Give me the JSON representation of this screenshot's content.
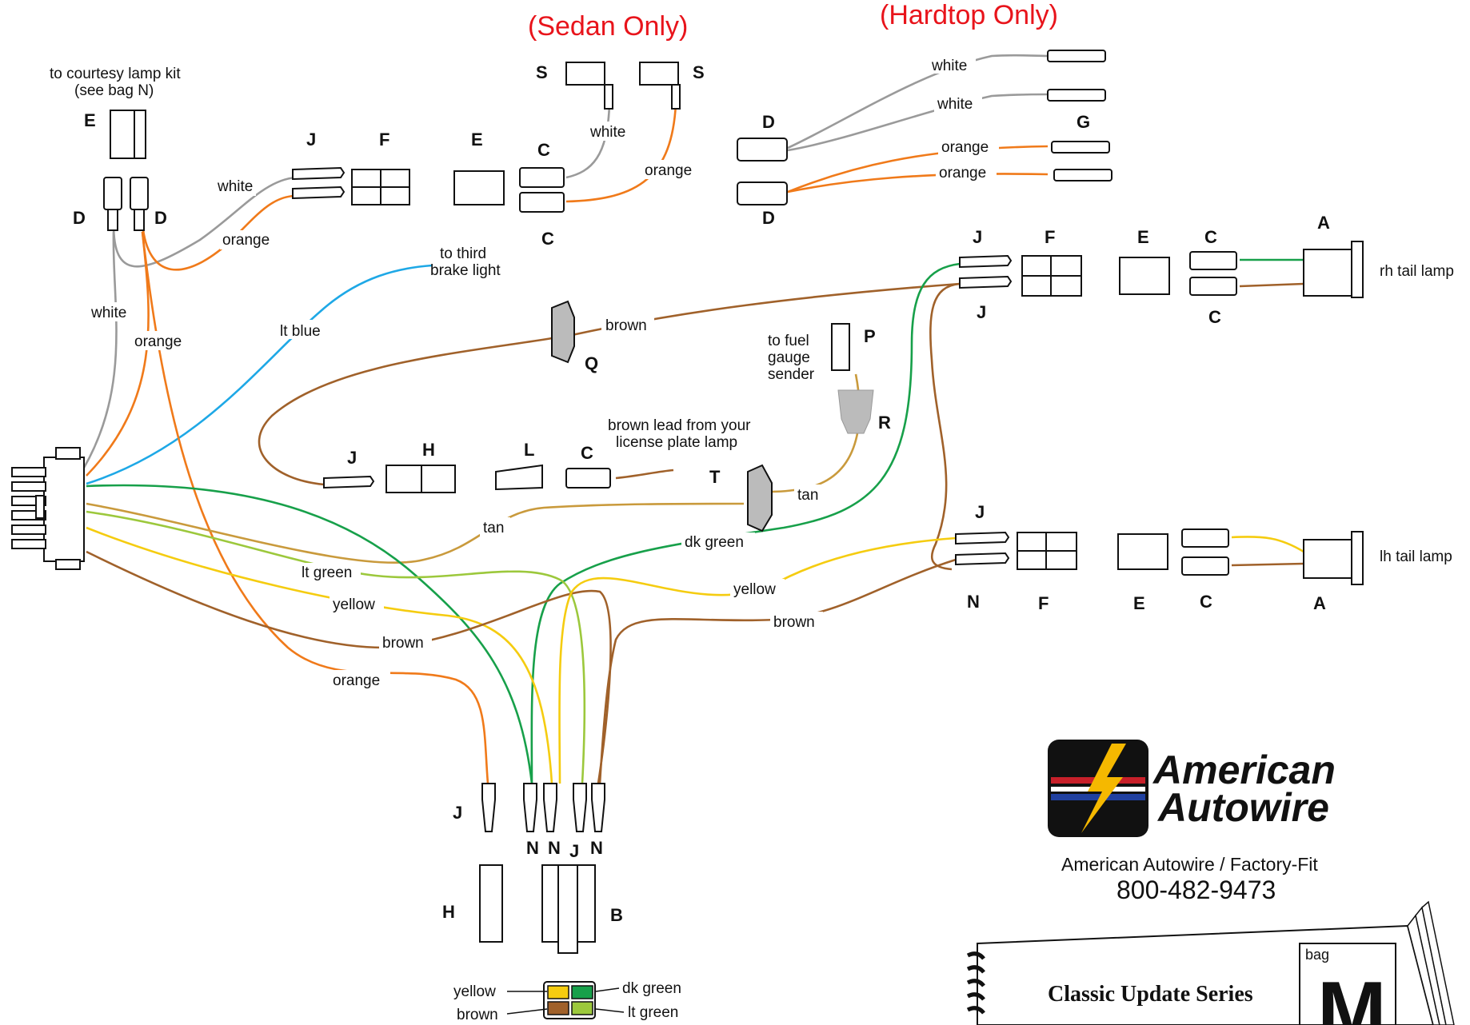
{
  "headings": {
    "sedan": "(Sedan Only)",
    "hardtop": "(Hardtop Only)"
  },
  "notes": {
    "courtesy": [
      "to courtesy lamp kit",
      "(see bag N)"
    ],
    "third_brake": [
      "to third",
      "brake light"
    ],
    "fuel": [
      "to fuel",
      "gauge",
      "sender"
    ],
    "license": [
      "brown lead from your",
      "license plate lamp"
    ],
    "rh_tail": "rh tail lamp",
    "lh_tail": "lh tail lamp"
  },
  "connectors": {
    "E_top_left": "E",
    "D_left": "D",
    "D_right": "D",
    "J_top": "J",
    "F_top": "F",
    "E_top": "E",
    "C_top1": "C",
    "C_top2": "C",
    "S_left": "S",
    "S_right": "S",
    "D_ht1": "D",
    "D_ht2": "D",
    "G": "G",
    "J_rh1": "J",
    "J_rh2": "J",
    "F_rh": "F",
    "E_rh": "E",
    "C_rh1": "C",
    "C_rh2": "C",
    "A_rh": "A",
    "Q": "Q",
    "P": "P",
    "R": "R",
    "J_mid": "J",
    "H_mid": "H",
    "L_mid": "L",
    "C_mid": "C",
    "T": "T",
    "J_lh": "J",
    "N_lh": "N",
    "F_lh": "F",
    "E_lh": "E",
    "C_lh": "C",
    "A_lh": "A",
    "J_bot": "J",
    "N1": "N",
    "N2": "N",
    "J_b": "J",
    "N3": "N",
    "H_bot": "H",
    "B": "B"
  },
  "wire_labels": {
    "white_d": "white",
    "orange_d": "orange",
    "white_left": "white",
    "orange_left": "orange",
    "white_s": "white",
    "orange_s": "orange",
    "white_h1": "white",
    "white_h2": "white",
    "orange_h1": "orange",
    "orange_h2": "orange",
    "lt_blue": "lt blue",
    "brown_q": "brown",
    "tan_t": "tan",
    "tan_main": "tan",
    "dk_green": "dk green",
    "lt_green": "lt green",
    "yellow_main": "yellow",
    "yellow_lh": "yellow",
    "brown_main": "brown",
    "brown_lh": "brown",
    "orange_main": "orange"
  },
  "b_plug": {
    "yellow": "yellow",
    "dk_green": "dk green",
    "brown": "brown",
    "lt_green": "lt green"
  },
  "brand": {
    "line1": "American",
    "line2": "Autowire",
    "subtitle": "American Autowire / Factory-Fit",
    "phone": "800-482-9473"
  },
  "booklet": {
    "series": "Classic Update Series",
    "bag_label": "bag",
    "bag_letter": "M"
  },
  "colors": {
    "white_wire": "#9a9a9a",
    "orange": "#f07a1a",
    "lt_blue": "#1ea8e6",
    "brown": "#a0612a",
    "tan": "#c99a3c",
    "dk_green": "#17a04a",
    "lt_green": "#9cc83c",
    "yellow": "#f5cc10",
    "brand_red": "#c8202a",
    "heading_red": "#e8141b"
  }
}
